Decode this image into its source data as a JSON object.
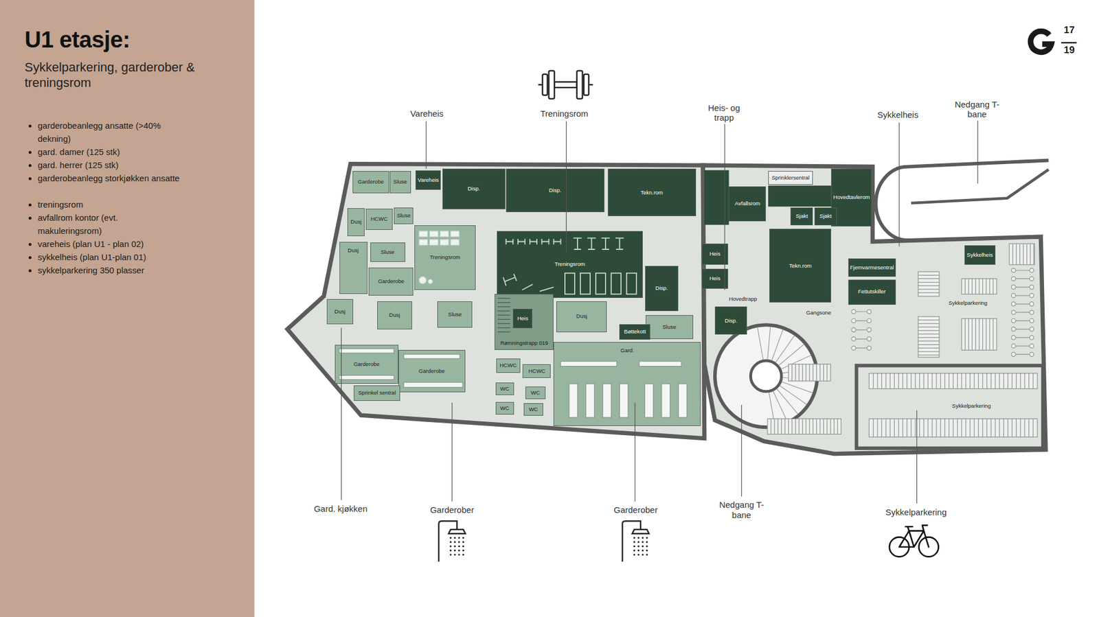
{
  "diagram": {
    "title": "U1 etasje:",
    "nodes": [
      {
        "text": [
          "Garderobe"
        ]
      },
      {
        "text": [
          "Sluse"
        ]
      },
      {
        "text": [
          "Vareheis"
        ]
      },
      {
        "text": [
          "Disp."
        ]
      },
      {
        "text": [
          "Disp."
        ]
      },
      {
        "text": [
          "Tekn.rom"
        ]
      },
      {
        "text": [
          "Sprinklersentral"
        ]
      },
      {
        "text": [
          "Avfallsrom"
        ]
      },
      {
        "text": [
          "Hovedtavlerom"
        ]
      },
      {
        "text": [
          "Dusj"
        ]
      },
      {
        "text": [
          "HCWC"
        ]
      },
      {
        "text": [
          "Sluse"
        ]
      },
      {
        "text": [
          "Sjakt"
        ]
      },
      {
        "text": [
          "Sjakt"
        ]
      },
      {
        "text": [
          "Treningsrom"
        ]
      },
      {
        "text": [
          "Treningsrom"
        ]
      },
      {
        "text": [
          "Tekn.rom"
        ]
      },
      {
        "text": [
          "Heis"
        ]
      },
      {
        "text": [
          "Dusj"
        ]
      },
      {
        "text": [
          "Sluse"
        ]
      },
      {
        "text": [
          "Garderobe"
        ]
      },
      {
        "text": [
          "Sykkelparkering"
        ]
      },
      {
        "text": [
          "Sykkelheis"
        ],
        "in": 21
      },
      {
        "text": [
          "Fjernvarmesentral"
        ]
      },
      {
        "text": [
          "Disp."
        ]
      },
      {
        "text": [
          "Heis"
        ]
      },
      {
        "text": [
          "Fettutskiller"
        ]
      },
      {
        "text": [
          "Hovedtrapp"
        ]
      },
      {
        "text": [
          "Rømningstrapp 019"
        ]
      },
      {
        "text": [
          "Heis"
        ],
        "in": 28
      },
      {
        "text": [
          "Dusj"
        ]
      },
      {
        "text": [
          "Dusj"
        ]
      },
      {
        "text": [
          "Sluse"
        ]
      },
      {
        "text": [
          "Dusj"
        ]
      },
      {
        "text": [
          "Disp."
        ]
      },
      {
        "text": [
          "Gangsone"
        ]
      },
      {
        "text": [
          "Sluse"
        ]
      },
      {
        "text": [
          "Bøttekott"
        ]
      },
      {
        "text": [
          "Gard."
        ]
      },
      {
        "text": [
          "Garderobe"
        ]
      },
      {
        "text": [
          "Garderobe"
        ]
      },
      {
        "text": [
          "HCWC"
        ]
      },
      {
        "text": [
          "HCWC"
        ]
      },
      {
        "text": [
          "WC"
        ]
      },
      {
        "text": [
          "WC"
        ]
      },
      {
        "text": [
          "Sprinkel sentral"
        ]
      },
      {
        "text": [
          "WC"
        ]
      },
      {
        "text": [
          "WC"
        ]
      },
      {
        "text": [
          "Sykkelparkering"
        ]
      }
    ],
    "labels": [
      "Sykkelparkering, garderober & treningsrom",
      "garderobeanlegg ansatte (>40% dekning)",
      "gard. damer (125 stk)",
      "gard. herrer (125 stk)",
      "garderobeanlegg storkjøkken ansatte",
      "treningsrom",
      "avfallrom kontor (evt. makuleringsrom)",
      "vareheis (plan U1 - plan 02)",
      "sykkelheis (plan U1-plan 01)",
      "sykkelparkering 350 plasser",
      "17",
      "19",
      "Vareheis",
      "Treningsrom",
      "Heis- og trapp",
      "Sykkelheis",
      "Nedgang T-bane",
      "Gard. kjøkken",
      "Garderober",
      "Garderober",
      "Nedgang T-bane",
      "Sykkelparkering"
    ]
  }
}
